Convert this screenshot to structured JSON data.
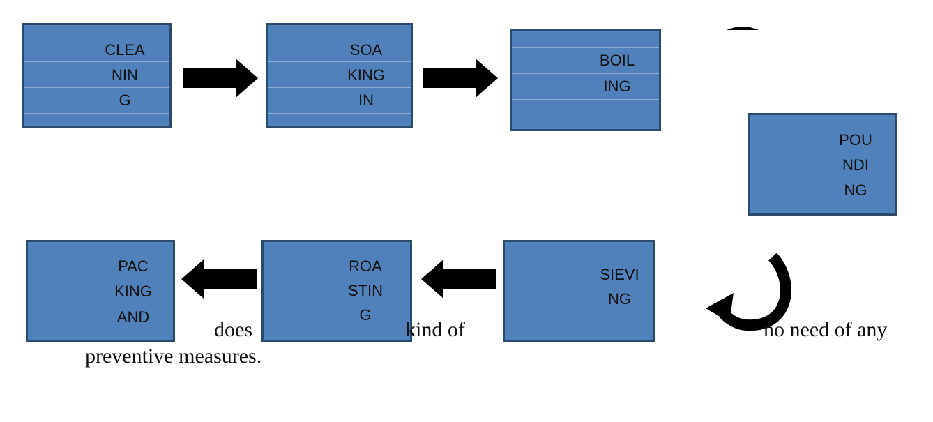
{
  "steps": [
    {
      "lines": [
        "CLEA",
        "NIN",
        "G"
      ]
    },
    {
      "lines": [
        "SOA",
        "KING",
        "IN"
      ]
    },
    {
      "lines": [
        "BOIL",
        "ING"
      ]
    },
    {
      "lines": [
        "POU",
        "NDI",
        "NG"
      ]
    },
    {
      "lines": [
        "SIEVI",
        "NG"
      ]
    },
    {
      "lines": [
        "ROA",
        "STIN",
        "G"
      ]
    },
    {
      "lines": [
        "PAC",
        "KING",
        "AND"
      ]
    }
  ],
  "text": {
    "frag_does": "does",
    "frag_kind_of": "kind of",
    "frag_no_need": "no need of any",
    "line2": "preventive measures."
  },
  "colors": {
    "box_fill": "#4f81bd",
    "box_border": "#2c4a6e",
    "arrow": "#000000"
  }
}
